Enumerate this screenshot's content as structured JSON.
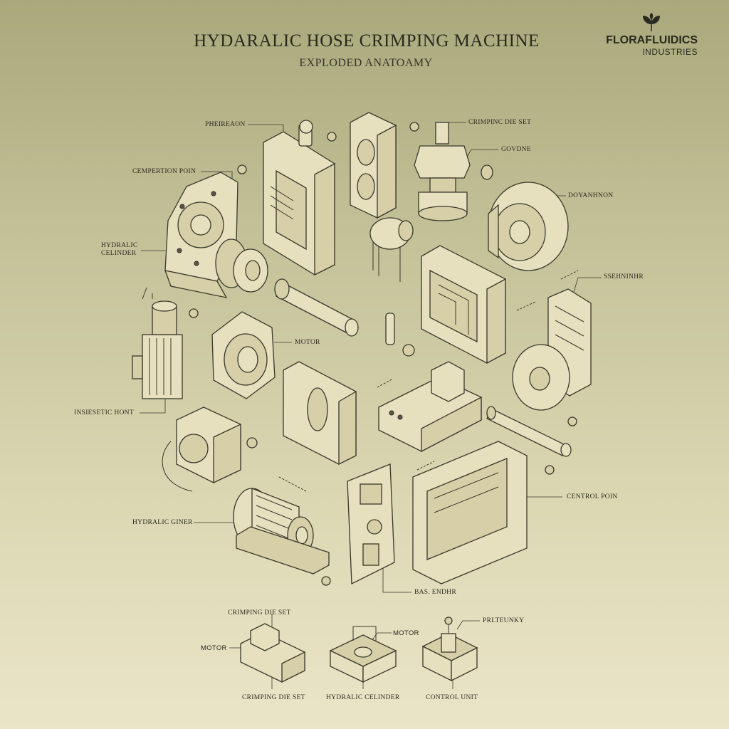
{
  "header": {
    "title": "HYDARALIC HOSE CRIMPING MACHINE",
    "subtitle": "EXPLODED ANATOAMY"
  },
  "logo": {
    "name": "FLORAFLUIDICS",
    "sub": "INDUSTRIES"
  },
  "labels": {
    "pheireaon": "PHEIREAON",
    "crimping_die_set_top": "CRIMPINC DIE SET",
    "governe": "GOVDNE",
    "compertion_poin": "CEMPERTION POIN",
    "doyanion": "DOYANHNON",
    "hydraulic_celinder": "HYDRALIC\nCELINDER",
    "ssehninhr": "SSEHNINHR",
    "motor_center": "MOTOR",
    "insiestic_hont": "INSIESETIC HONT",
    "control_poin": "CENTROL POIN",
    "hydralic_giner": "HYDRALIC GINER",
    "bas_endhr": "BAS. ENDHR"
  },
  "bottom": {
    "crimping_die_set_top": "CRIMPING DIE SET",
    "motor_left": "MOTOR",
    "motor_mid": "MOTOR",
    "prlteunky": "PRLTEUNKY",
    "crimping_die_set_bottom": "CRIMPING DIE SET",
    "hydralic_celinder": "HYDRALIC CELINDER",
    "control_unit": "CONTROL UNIT"
  }
}
